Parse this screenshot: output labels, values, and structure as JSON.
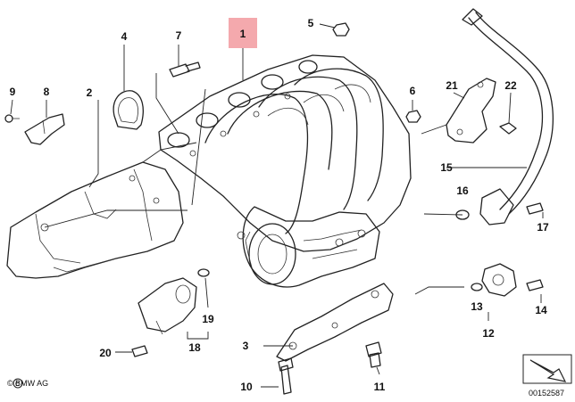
{
  "callouts": [
    {
      "id": "c1",
      "label": "1",
      "highlighted": true
    },
    {
      "id": "c2",
      "label": "2"
    },
    {
      "id": "c3",
      "label": "3"
    },
    {
      "id": "c4",
      "label": "4"
    },
    {
      "id": "c5",
      "label": "5"
    },
    {
      "id": "c6",
      "label": "6"
    },
    {
      "id": "c7",
      "label": "7"
    },
    {
      "id": "c8",
      "label": "8"
    },
    {
      "id": "c9",
      "label": "9"
    },
    {
      "id": "c10",
      "label": "10"
    },
    {
      "id": "c11",
      "label": "11"
    },
    {
      "id": "c12",
      "label": "12"
    },
    {
      "id": "c13",
      "label": "13"
    },
    {
      "id": "c14",
      "label": "14"
    },
    {
      "id": "c15",
      "label": "15"
    },
    {
      "id": "c16",
      "label": "16"
    },
    {
      "id": "c17",
      "label": "17"
    },
    {
      "id": "c18",
      "label": "18"
    },
    {
      "id": "c19",
      "label": "19"
    },
    {
      "id": "c20",
      "label": "20"
    },
    {
      "id": "c21",
      "label": "21"
    },
    {
      "id": "c22",
      "label": "22"
    }
  ],
  "highlight_color": "#f4a9ad",
  "copyright": "© BMW AG",
  "diagram_number": "00152587"
}
